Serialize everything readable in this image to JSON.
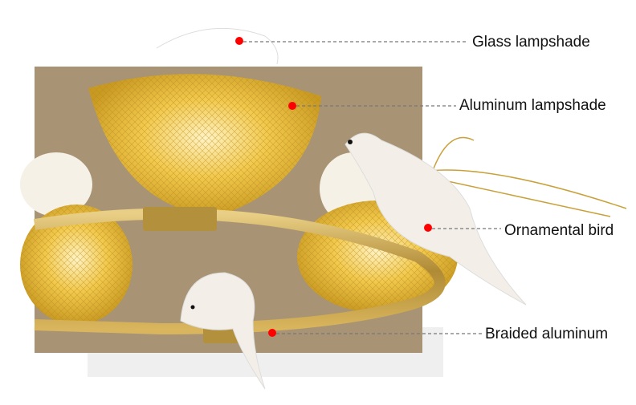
{
  "callouts": [
    {
      "label": "Glass lampshade"
    },
    {
      "label": "Aluminum lampshade"
    },
    {
      "label": "Ornamental bird"
    },
    {
      "label": "Braided aluminum"
    }
  ],
  "colors": {
    "panel": "#a89474",
    "gold": "#e6b93a",
    "marker": "#ff0000"
  }
}
